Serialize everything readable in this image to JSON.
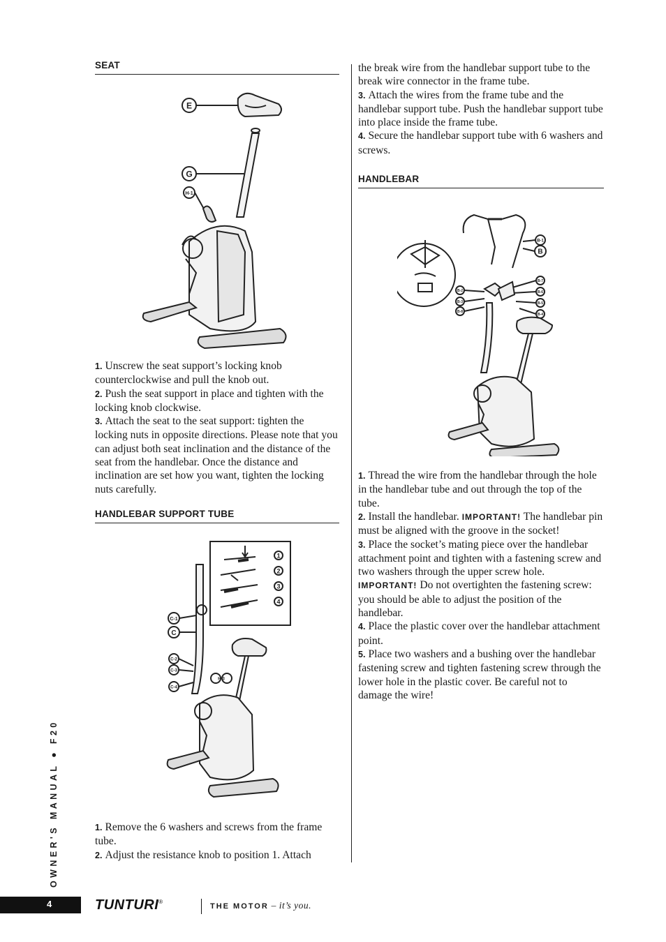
{
  "left": {
    "seat": {
      "heading": "SEAT",
      "labels": {
        "e": "E",
        "g": "G",
        "h": "H-1"
      },
      "steps": [
        {
          "num": "1.",
          "text": "Unscrew the seat support’s locking knob counterclockwise and pull the knob out."
        },
        {
          "num": "2.",
          "text": "Push the seat support in place and tighten with the locking knob clockwise."
        },
        {
          "num": "3.",
          "text": "Attach the seat to the seat support: tighten the locking nuts in opposite directions. Please note that you can adjust both seat inclination and the distance of the seat from the handlebar. Once the distance and inclination are set how you want, tighten the locking nuts carefully."
        }
      ]
    },
    "support_tube": {
      "heading": "HANDLEBAR SUPPORT TUBE",
      "labels": {
        "c1": "C-1",
        "c": "C",
        "c2": "C-2",
        "c3": "C-3",
        "c4": "C-4",
        "h3": "H-3",
        "n1": "1",
        "n2": "2",
        "n3": "3",
        "n4": "4"
      },
      "steps": [
        {
          "num": "1.",
          "text": "Remove the 6 washers and screws from the frame tube."
        },
        {
          "num": "2.",
          "text": "Adjust the resistance knob to position 1. Attach"
        }
      ]
    }
  },
  "right": {
    "continuation": {
      "intro": "the break wire from the handlebar support tube to the break wire connector in the frame tube.",
      "steps": [
        {
          "num": "3.",
          "text": "Attach the wires from the frame tube and the handlebar support tube. Push the handlebar support tube into place inside the frame tube."
        },
        {
          "num": "4.",
          "text": "Secure the handlebar support tube with 6 washers and screws."
        }
      ]
    },
    "handlebar": {
      "heading": "HANDLEBAR",
      "labels": {
        "b1": "B-1",
        "b": "B",
        "b7": "B-7",
        "b6": "B-6",
        "b5": "B-5",
        "b4": "B-4",
        "b2": "B-2",
        "b3": "B-3",
        "b8": "B-8"
      },
      "steps": [
        {
          "num": "1.",
          "parts": [
            "Thread the wire from the handlebar through the hole in the handlebar tube and out through the top of the tube."
          ]
        },
        {
          "num": "2.",
          "parts": [
            "Install the handlebar. ",
            "IMPORTANT!",
            " The handlebar pin must be aligned with the groove in the socket!"
          ]
        },
        {
          "num": "3.",
          "parts": [
            "Place the socket’s mating piece over the handlebar attachment point and tighten with a fastening screw and two washers through the upper screw hole. ",
            "IMPORTANT!",
            " Do not overtighten the fastening screw: you should be able to adjust the position of the handlebar."
          ]
        },
        {
          "num": "4.",
          "parts": [
            "Place the plastic cover over the handlebar attachment point."
          ]
        },
        {
          "num": "5.",
          "parts": [
            "Place two washers and a bushing over the handlebar fastening screw and tighten fastening screw through the lower hole in the plastic cover. Be careful not to damage the wire!"
          ]
        }
      ]
    }
  },
  "footer": {
    "side_label": "OWNER'S MANUAL ● F20",
    "page_number": "4",
    "brand": "TUNTURI",
    "registered": "®",
    "tagline_strong": "THE MOTOR",
    "tagline_rest": " – it’s you."
  }
}
